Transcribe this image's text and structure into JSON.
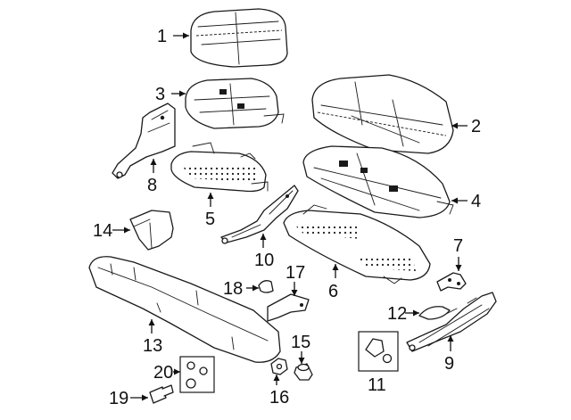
{
  "diagram": {
    "callouts": [
      {
        "id": "c1",
        "label": "1"
      },
      {
        "id": "c2",
        "label": "2"
      },
      {
        "id": "c3",
        "label": "3"
      },
      {
        "id": "c4",
        "label": "4"
      },
      {
        "id": "c5",
        "label": "5"
      },
      {
        "id": "c6",
        "label": "6"
      },
      {
        "id": "c7",
        "label": "7"
      },
      {
        "id": "c8",
        "label": "8"
      },
      {
        "id": "c9",
        "label": "9"
      },
      {
        "id": "c10",
        "label": "10"
      },
      {
        "id": "c11",
        "label": "11"
      },
      {
        "id": "c12",
        "label": "12"
      },
      {
        "id": "c13",
        "label": "13"
      },
      {
        "id": "c14",
        "label": "14"
      },
      {
        "id": "c15",
        "label": "15"
      },
      {
        "id": "c16",
        "label": "16"
      },
      {
        "id": "c17",
        "label": "17"
      },
      {
        "id": "c18",
        "label": "18"
      },
      {
        "id": "c19",
        "label": "19"
      },
      {
        "id": "c20",
        "label": "20"
      }
    ]
  }
}
